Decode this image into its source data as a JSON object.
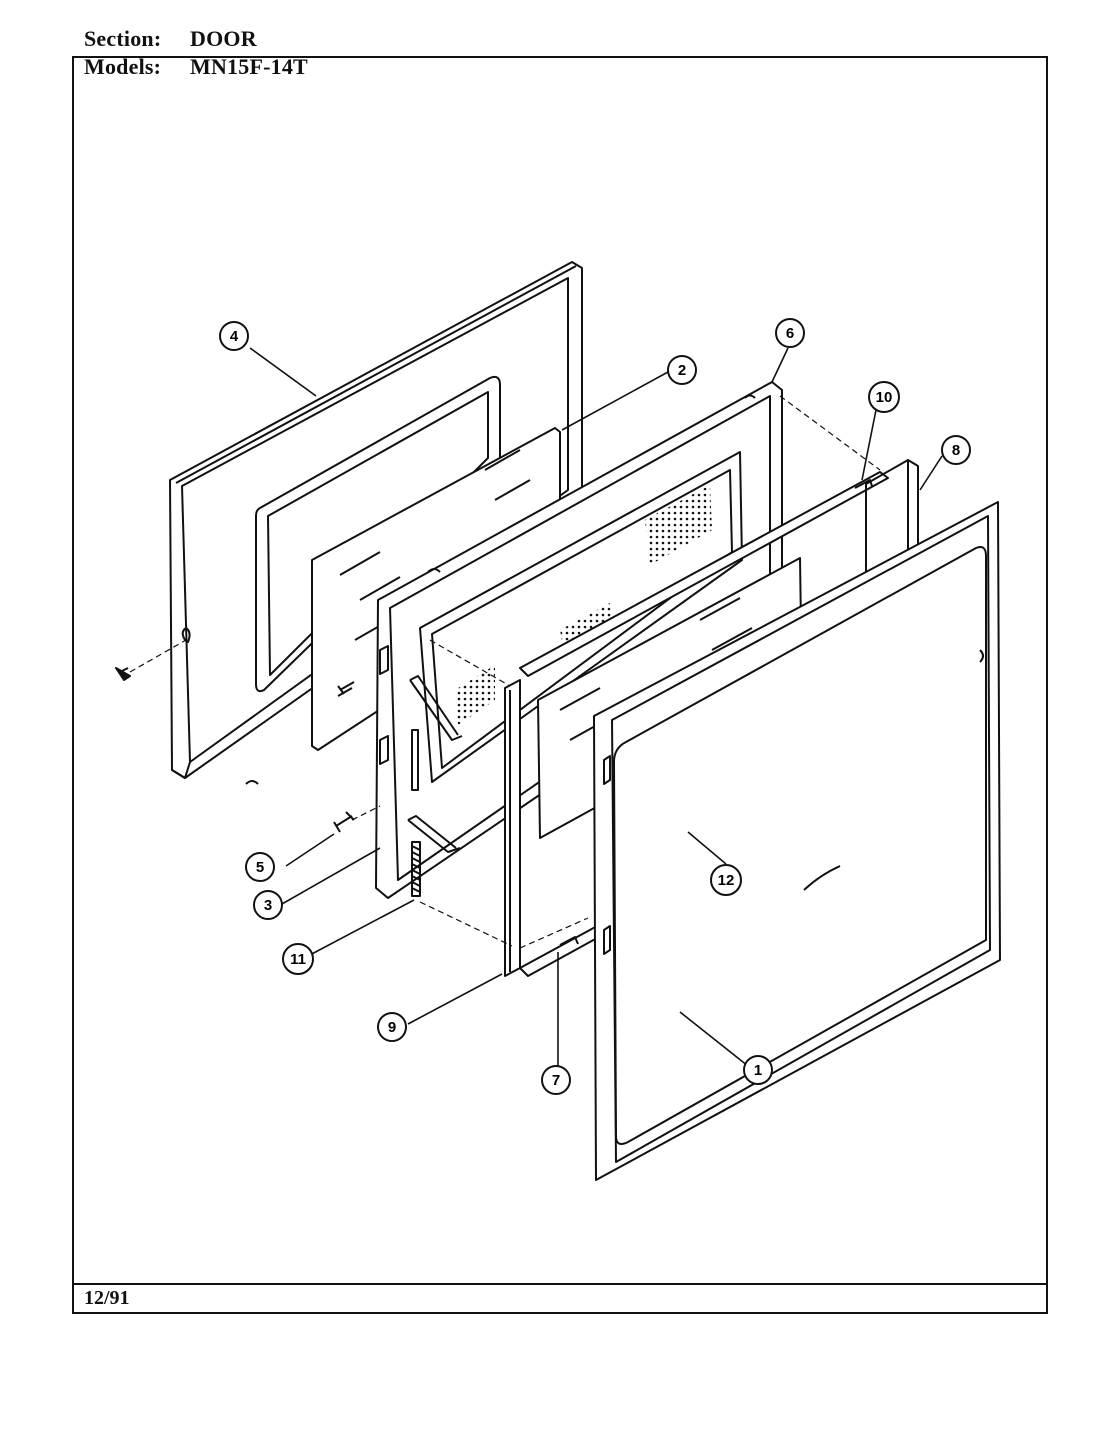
{
  "header": {
    "section_label": "Section:",
    "section_value": "DOOR",
    "models_label": "Models:",
    "models_value": "MN15F-14T"
  },
  "footer": {
    "date": "12/91"
  },
  "callouts": [
    {
      "id": "c1",
      "label": "1"
    },
    {
      "id": "c2",
      "label": "2"
    },
    {
      "id": "c3",
      "label": "3"
    },
    {
      "id": "c4",
      "label": "4"
    },
    {
      "id": "c5",
      "label": "5"
    },
    {
      "id": "c6",
      "label": "6"
    },
    {
      "id": "c7",
      "label": "7"
    },
    {
      "id": "c8",
      "label": "8"
    },
    {
      "id": "c9",
      "label": "9"
    },
    {
      "id": "c10",
      "label": "10"
    },
    {
      "id": "c11",
      "label": "11"
    },
    {
      "id": "c12",
      "label": "12"
    }
  ]
}
